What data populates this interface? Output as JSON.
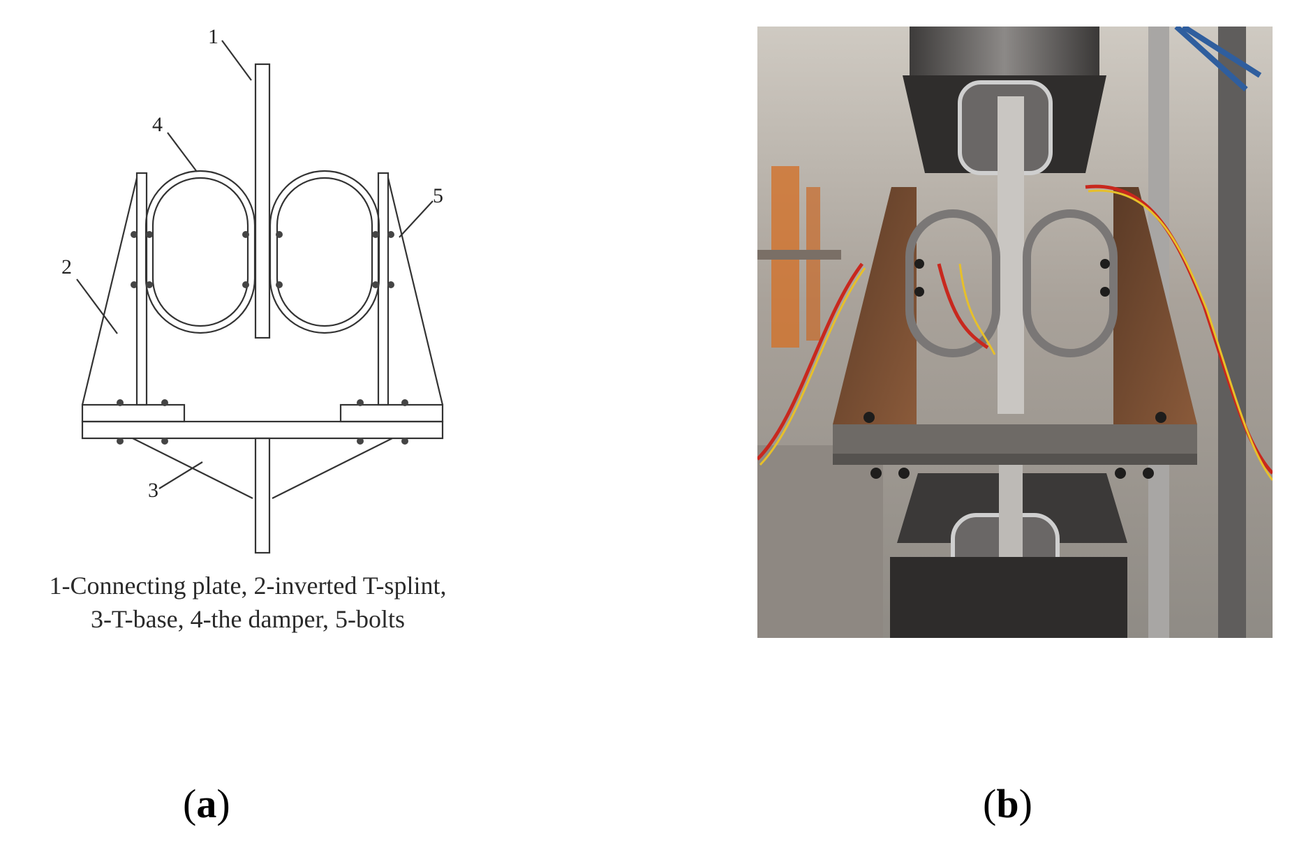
{
  "diagram": {
    "callouts": [
      "1",
      "2",
      "3",
      "4",
      "5"
    ],
    "caption_line1": "1-Connecting plate, 2-inverted T-splint,",
    "caption_line2": "3-T-base, 4-the damper, 5-bolts"
  },
  "panels": {
    "a": {
      "paren_open": "(",
      "letter": "a",
      "paren_close": ")"
    },
    "b": {
      "paren_open": "(",
      "letter": "b",
      "paren_close": ")"
    }
  },
  "colors": {
    "line": "#333333",
    "bolt": "#444444",
    "photo_steel": "#7d7a78",
    "photo_rust": "#7a4a2c",
    "photo_wire_red": "#c8281e",
    "photo_wire_yellow": "#e7c02a"
  }
}
